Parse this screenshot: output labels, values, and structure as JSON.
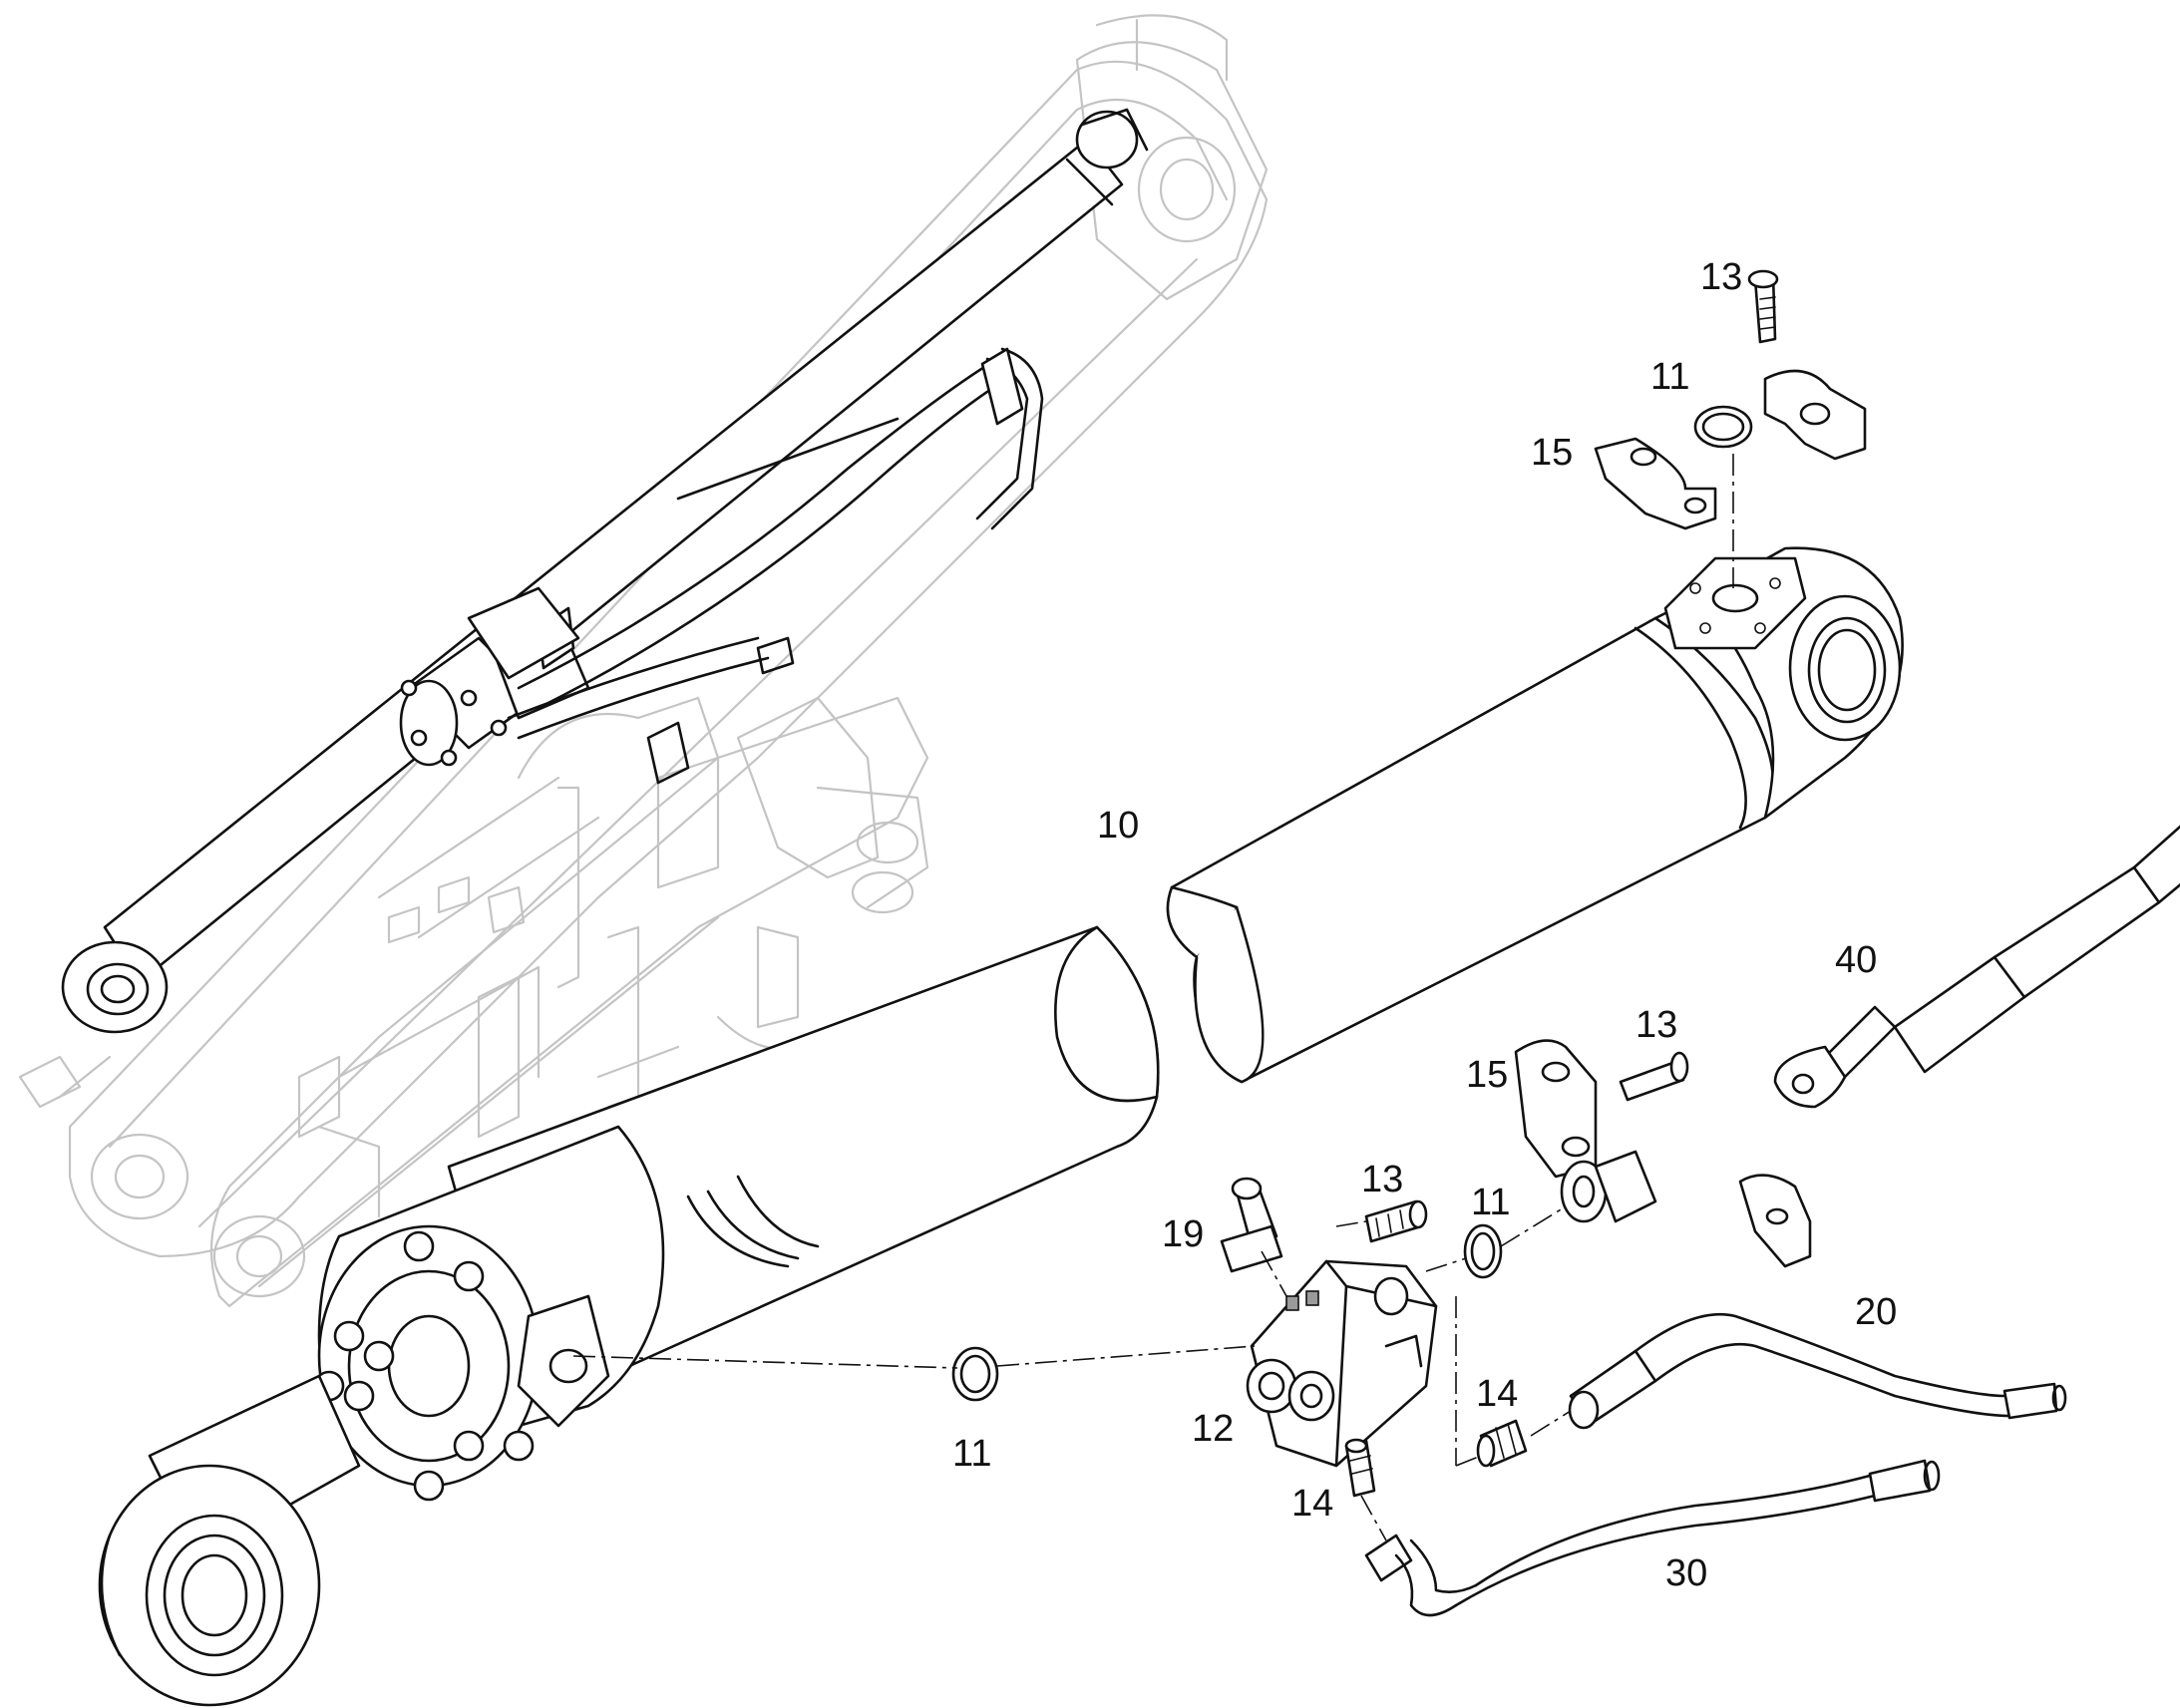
{
  "callouts": {
    "c10": "10",
    "c11_top": "11",
    "c11_mid": "11",
    "c11_low": "11",
    "c12": "12",
    "c13_top": "13",
    "c13_mid": "13",
    "c13_low": "13",
    "c14_right": "14",
    "c14_left": "14",
    "c15_top": "15",
    "c15_mid": "15",
    "c19": "19",
    "c20": "20",
    "c30": "30",
    "c40": "40"
  }
}
